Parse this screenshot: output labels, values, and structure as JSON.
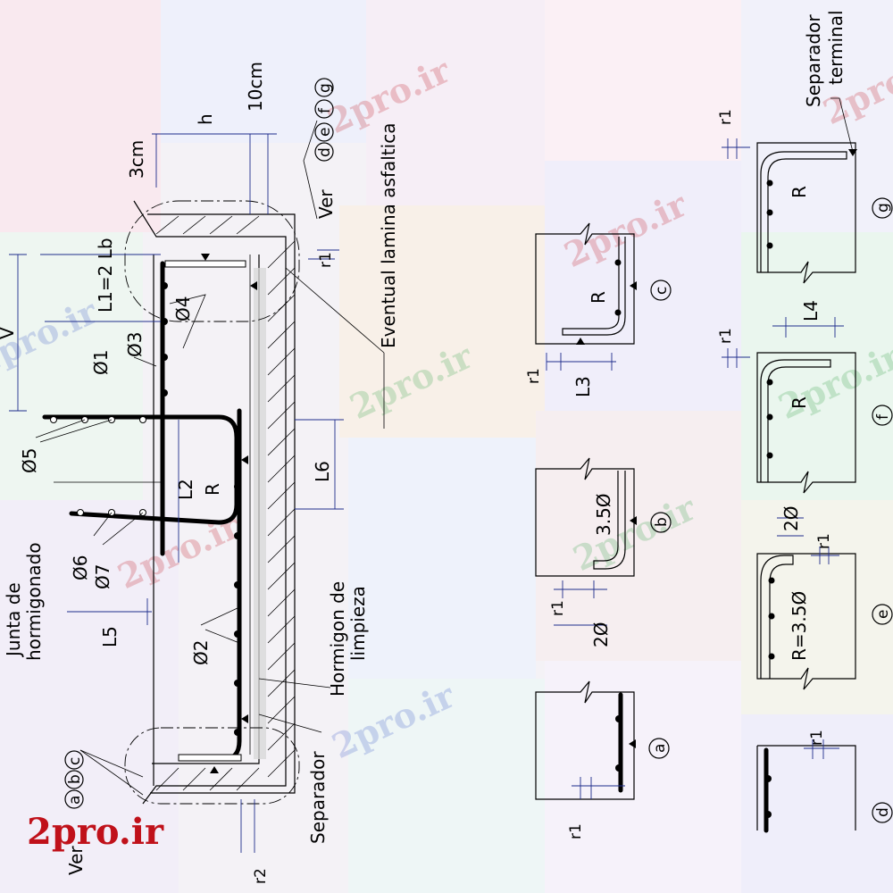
{
  "watermark": "2pro.ir",
  "logo": "2pro.ir",
  "main_detail": {
    "labels": {
      "ver_defg": "Ver",
      "ver_abc": "Ver",
      "circ_d": "d",
      "circ_e": "e",
      "circ_f": "f",
      "circ_g": "g",
      "circ_a": "a",
      "circ_b": "b",
      "circ_c": "c",
      "dim_10cm": "10cm",
      "dim_h": "h",
      "dim_3cm": "3cm",
      "dim_r1": "r1",
      "dim_r2": "r2",
      "lamina": "Eventual lamina asfaltica",
      "l1_lb": "L1=2 Lb",
      "v": "V",
      "phi1": "Ø1",
      "phi3": "Ø3",
      "phi4": "Ø4",
      "phi5": "Ø5",
      "phi6": "Ø6",
      "phi7": "Ø7",
      "phi2": "Ø2",
      "l2": "L2",
      "r": "R",
      "l6": "L6",
      "l5": "L5",
      "junta_1": "Junta de",
      "junta_2": "hormigonado",
      "hormigon_1": "Hormigon de",
      "hormigon_2": "limpieza",
      "separador": "Separador"
    }
  },
  "details": {
    "a": {
      "tag": "a",
      "r1": "r1"
    },
    "b": {
      "tag": "b",
      "r1": "r1",
      "two_phi": "2Ø",
      "bend": "3.5Ø"
    },
    "c": {
      "tag": "c",
      "r1": "r1",
      "l3": "L3",
      "r": "R"
    },
    "d": {
      "tag": "d",
      "r1": "r1"
    },
    "e": {
      "tag": "e",
      "r1": "r1",
      "two_phi": "2Ø",
      "radius": "R=3.5Ø"
    },
    "f": {
      "tag": "f",
      "r1": "r1",
      "l4": "L4",
      "r": "R"
    },
    "g": {
      "tag": "g",
      "r1": "r1",
      "r": "R",
      "sep_1": "Separador",
      "sep_2": "terminal"
    }
  }
}
